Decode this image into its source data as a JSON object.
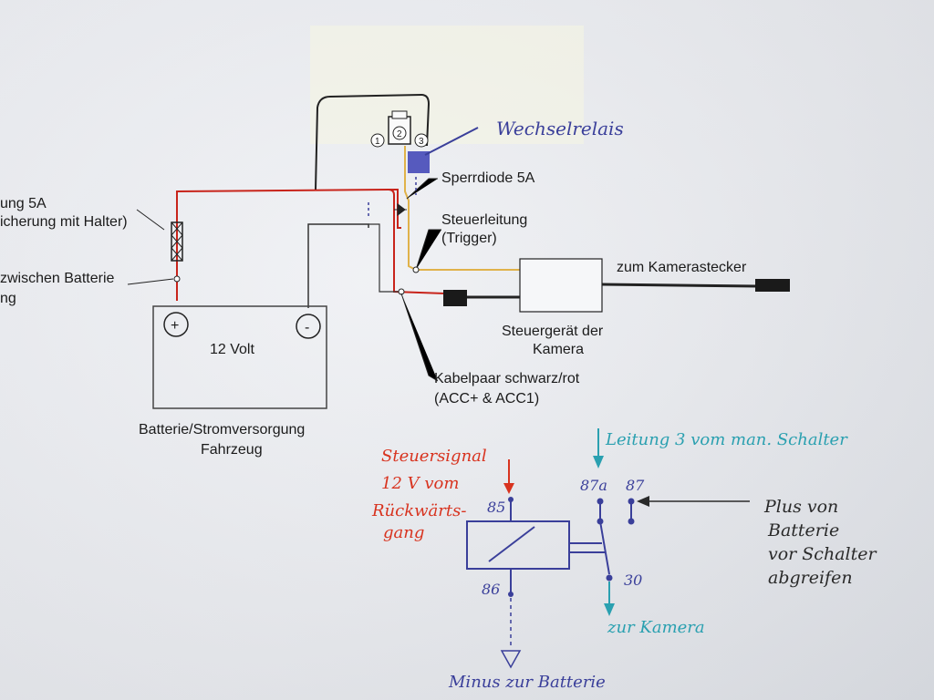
{
  "printed": {
    "fuse_label_1": "ung 5A",
    "fuse_label_2": "icherung mit Halter)",
    "connector_label_1": "zwischen Batterie",
    "connector_label_2": "ng",
    "battery_plus": "+",
    "battery_minus": "-",
    "battery_voltage": "12 Volt",
    "battery_caption_1": "Batterie/Stromversorgung",
    "battery_caption_2": "Fahrzeug",
    "relay_pins": [
      "1",
      "2",
      "3"
    ],
    "diode_label": "Sperrdiode 5A",
    "control_line_1": "Steuerleitung",
    "control_line_2": "(Trigger)",
    "camera_plug": "zum Kamerastecker",
    "control_unit_1": "Steuergerät der",
    "control_unit_2": "Kamera",
    "cable_pair_1": "Kabelpaar schwarz/rot",
    "cable_pair_2": "(ACC+ & ACC1)"
  },
  "handwritten": {
    "relay_note": "Wechselrelais",
    "signal_1": "Steuersignal",
    "signal_2": "12 V  vom",
    "signal_3": "Rückwärts-",
    "signal_4": "gang",
    "pin_85": "85",
    "pin_86": "86",
    "pin_87a": "87a",
    "pin_87": "87",
    "pin_30": "30",
    "line3": "Leitung 3 vom man. Schalter",
    "plus_1": "Plus von",
    "plus_2": "Batterie",
    "plus_3": "vor Schalter",
    "plus_4": "abgreifen",
    "to_camera": "zur Kamera",
    "minus": "Minus zur Batterie"
  },
  "colors": {
    "red_wire": "#c8241b",
    "yellow_wire": "#e0b24a",
    "black_wire": "#222222",
    "blue_ink": "#3a3f9a",
    "red_ink": "#d8331f",
    "teal_ink": "#2aa0b0"
  }
}
